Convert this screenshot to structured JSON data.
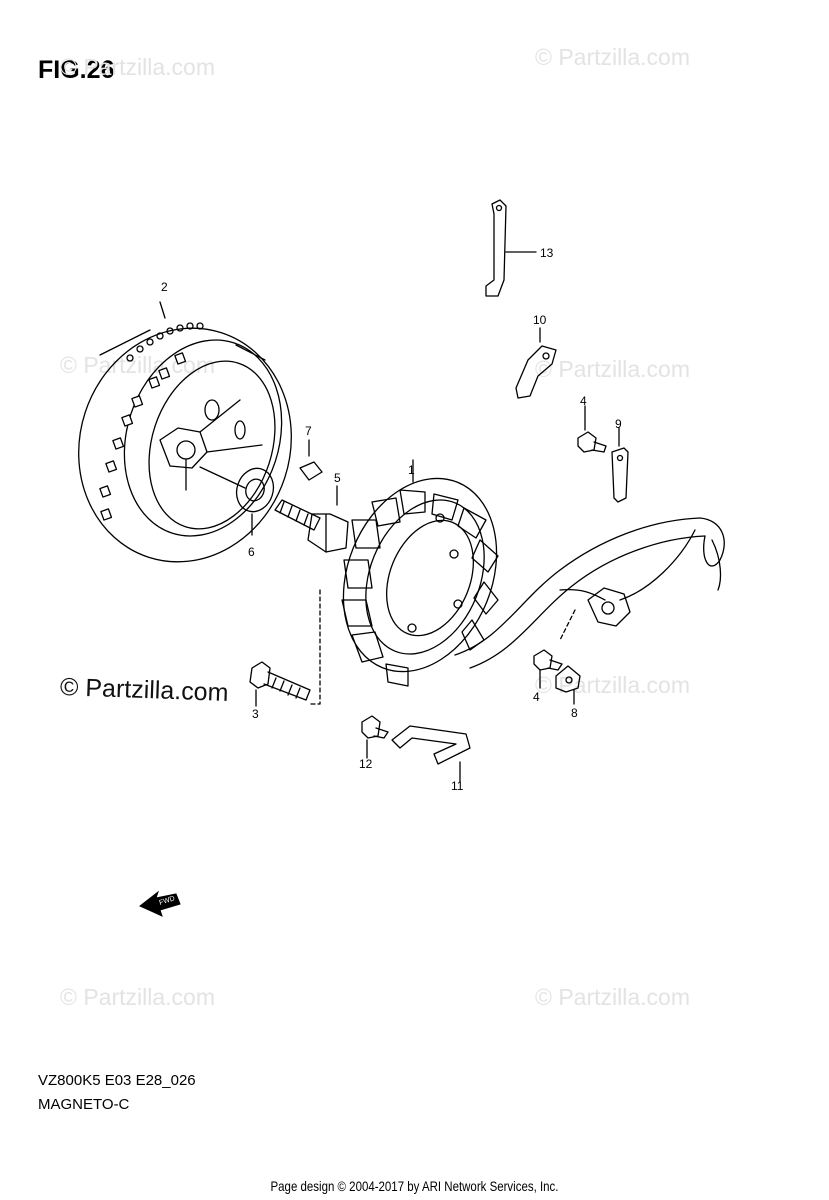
{
  "figure": {
    "title": "FIG.26",
    "code": "VZ800K5 E03 E28_026",
    "subtitle": "MAGNETO-C"
  },
  "watermarks": {
    "light": "© Partzilla.com",
    "dark": "© Partzilla.com"
  },
  "footer": "Page design © 2004-2017 by ARI Network Services, Inc.",
  "callouts": [
    "1",
    "2",
    "3",
    "4",
    "4",
    "5",
    "6",
    "7",
    "8",
    "9",
    "10",
    "11",
    "12",
    "13"
  ],
  "fwd_label": "FWD"
}
